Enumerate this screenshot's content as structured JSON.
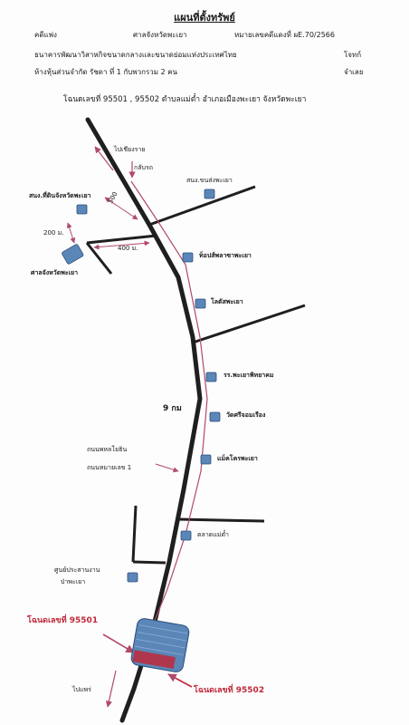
{
  "title": "แผนที่ตั้งทรัพย์",
  "header": {
    "case": "คดีแพ่ง",
    "court": "ศาลจังหวัดพะเยา",
    "red_case_no": "หมายเลขคดีแดงที่  ผE.70/2566",
    "plaintiff": "ธนาคารพัฒนาวิสาหกิจขนาดกลางและขนาดย่อมแห่งประเทศไทย",
    "plaintiff_role": "โจทก์",
    "defendant": "ห้างหุ้นส่วนจำกัด รัชดา ที่ 1 กับพวกรวม 2 คน",
    "defendant_role": "จำเลย"
  },
  "deed_line": "โฉนดเลขที่ 95501 , 95502 ตำบลแม่ต๋ำ อำเภอเมืองพะเยา จังหวัดพะเยา",
  "labels": {
    "to_chiangrai": "ไปเชียงราย",
    "return": "กลับรถ",
    "highway_district": "สนง.ขนส่งพะเยา",
    "land_office": "สนง.ที่ดินจังหวัดพะเยา",
    "dist_500": "500",
    "dist_200": "200 ม.",
    "dist_400": "400 ม.",
    "court": "ศาลจังหวัดพะเยา",
    "tops_plaza": "ท็อปส์พลาซาพะเยา",
    "lotus": "โลตัสพะเยา",
    "pittayakom": "รร.พะเยาพิทยาคม",
    "wat": "วัดศรีจอมเรือง",
    "dist_9km": "9 กม",
    "road_name_1": "ถนนพหลโยธิน",
    "road_name_2": "ถนนหมายเลข 1",
    "makro": "แม็คโครพะเยา",
    "market": "ตลาดแม่ต๋ำ",
    "coord_center_1": "ศูนย์ประสานงาน",
    "coord_center_2": "ป่าพะเยา",
    "deed_95501": "โฉนดเลขที่ 95501",
    "deed_95502": "โฉนดเลขที่ 95502",
    "to_phrae": "ไปแพร่"
  },
  "colors": {
    "road": "#1f1f1f",
    "marker": "#5b86b8",
    "marker_stroke": "#2c4f7a",
    "route": "#b24a6a",
    "deed_red": "#c0283a"
  }
}
